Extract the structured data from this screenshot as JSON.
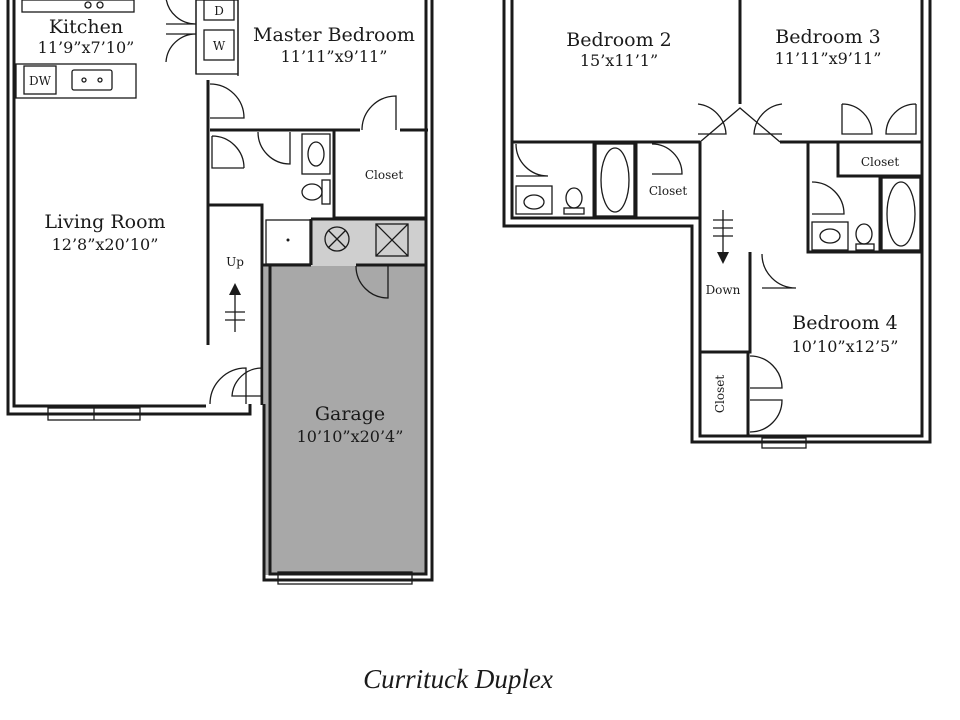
{
  "title": "Currituck Duplex",
  "colors": {
    "wall": "#1a1a1a",
    "garage_fill": "#a8a8a8",
    "utility_fill": "#cfcfcf",
    "background": "#ffffff"
  },
  "first_floor": {
    "kitchen": {
      "name": "Kitchen",
      "dim": "11’9”x7’10”"
    },
    "master_bedroom": {
      "name": "Master Bedroom",
      "dim": "11’11”x9’11”"
    },
    "living_room": {
      "name": "Living Room",
      "dim": "12’8”x20’10”"
    },
    "garage": {
      "name": "Garage",
      "dim": "10’10”x20’4”"
    },
    "closet": "Closet",
    "stairs_label": "Up",
    "dishwasher": "DW",
    "dryer": "D",
    "washer": "W"
  },
  "second_floor": {
    "bedroom2": {
      "name": "Bedroom 2",
      "dim": "15’x11’1”"
    },
    "bedroom3": {
      "name": "Bedroom 3",
      "dim": "11’11”x9’11”"
    },
    "bedroom4": {
      "name": "Bedroom 4",
      "dim": "10’10”x12’5”"
    },
    "closet_a": "Closet",
    "closet_b": "Closet",
    "closet_c": "Closet",
    "stairs_label": "Down"
  }
}
